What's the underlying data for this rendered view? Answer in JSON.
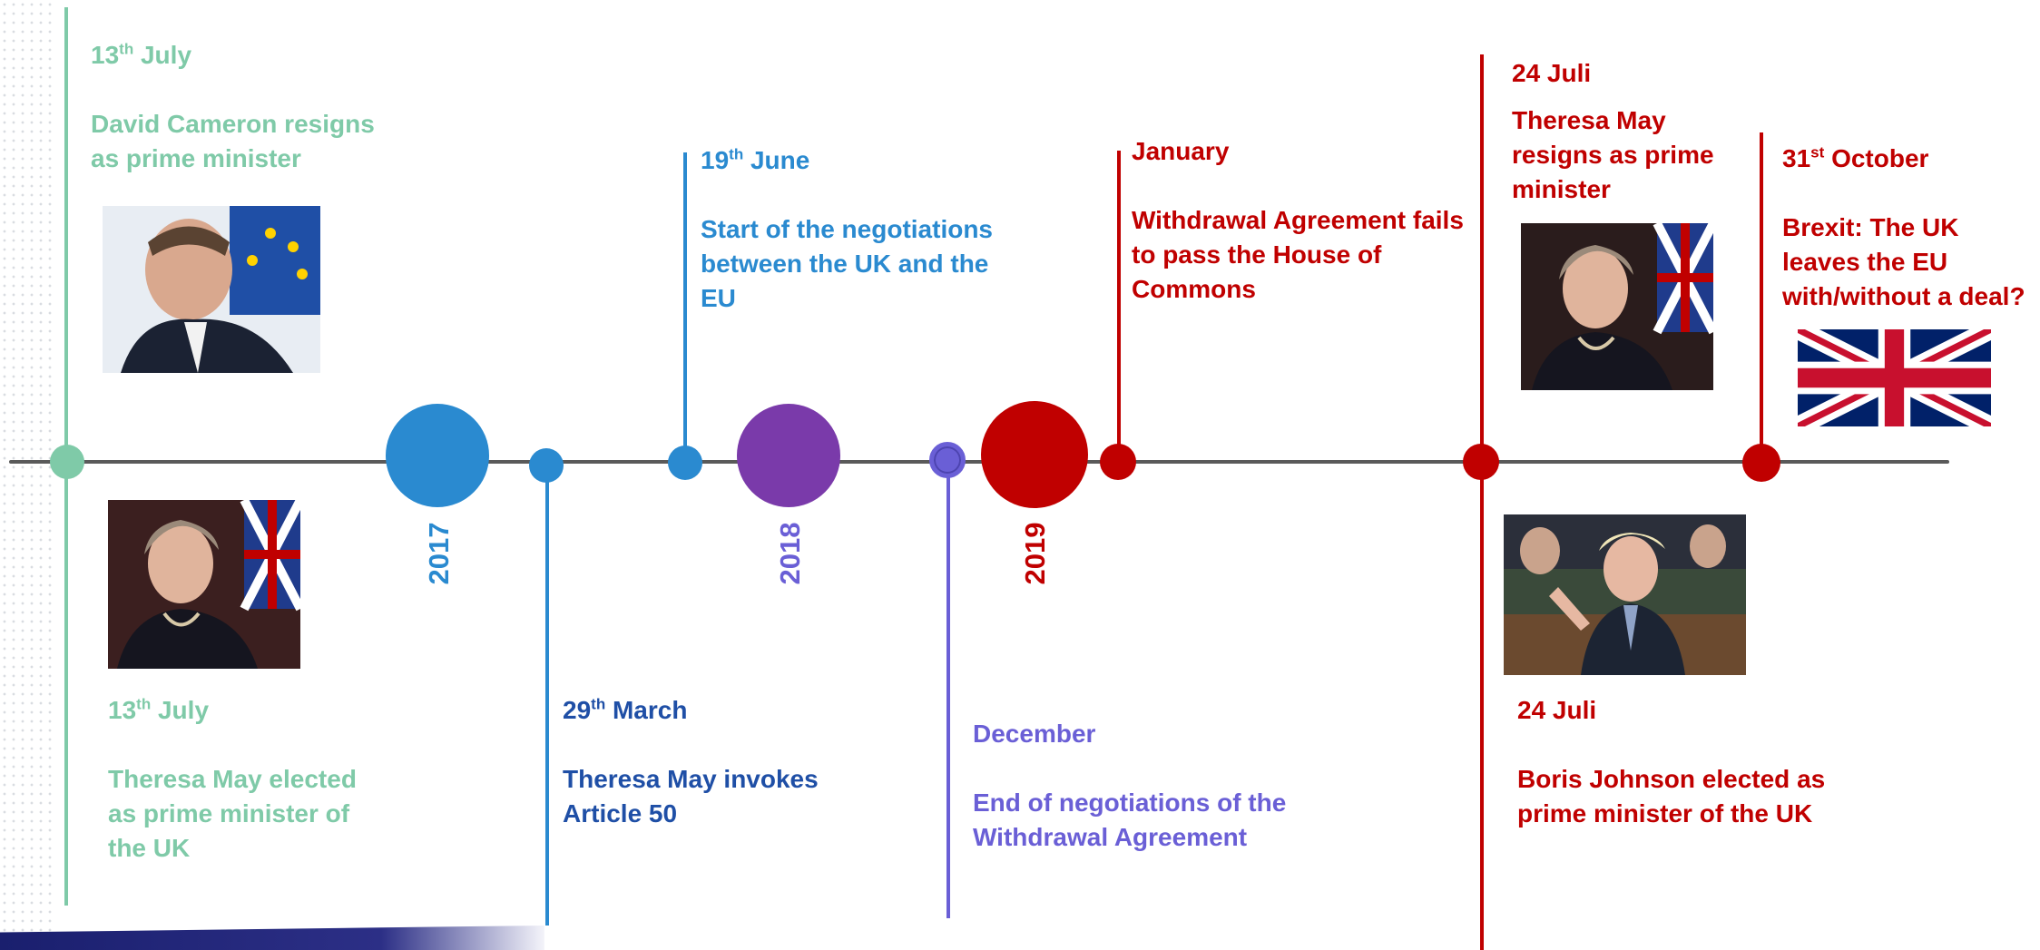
{
  "years": [
    {
      "label": "2017",
      "color": "#2a8ad0"
    },
    {
      "label": "2018",
      "color": "#6a5fd6"
    },
    {
      "label": "2019",
      "color": "#c00000"
    }
  ],
  "events": {
    "cameron_resigns": {
      "day": "13",
      "suffix": "th",
      "month": "July",
      "text": "David Cameron resigns as prime minister",
      "color": "#7fcaa8"
    },
    "may_elected": {
      "day": "13",
      "suffix": "th",
      "month": "July",
      "text": "Theresa May elected as prime minister of the UK",
      "color": "#7fcaa8"
    },
    "article_50": {
      "day": "29",
      "suffix": "th",
      "month": "March",
      "text": "Theresa May invokes Article 50",
      "color": "#1f4fa6"
    },
    "negotiations_start": {
      "day": "19",
      "suffix": "th",
      "month": "June",
      "text": "Start of the negotiations between the UK and the EU",
      "color": "#2a8ad0"
    },
    "negotiations_end": {
      "date": "December",
      "text": "End of negotiations of the Withdrawal Agreement",
      "color": "#6a5fd6"
    },
    "withdrawal_fails": {
      "date": "January",
      "text": "Withdrawal Agreement fails to pass the House of Commons",
      "color": "#c00000"
    },
    "may_resigns": {
      "date": "24 Juli",
      "text": "Theresa May resigns as prime minister",
      "color": "#c00000"
    },
    "johnson_elected": {
      "date": "24 Juli",
      "text": "Boris Johnson elected as prime minister of the UK",
      "color": "#c00000"
    },
    "brexit": {
      "day": "31",
      "suffix": "st",
      "month": "October",
      "text": "Brexit: The UK leaves the EU with/without a deal?",
      "color": "#c00000"
    }
  },
  "photos": {
    "cameron": "David Cameron photo",
    "may_elected": "Theresa May photo",
    "may_resigns": "Theresa May photo",
    "johnson": "Boris Johnson in the House of Commons photo",
    "union_flag": "Union Jack flag"
  }
}
